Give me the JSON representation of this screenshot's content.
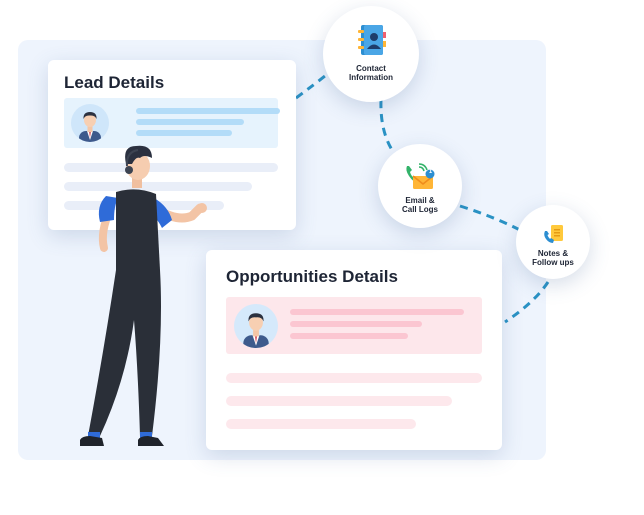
{
  "lead_card": {
    "title": "Lead Details"
  },
  "opportunities_card": {
    "title": "Opportunities Details"
  },
  "bubbles": {
    "contact": {
      "line1": "Contact",
      "line2": "Information",
      "icon": "contact-book-icon"
    },
    "email": {
      "line1": "Email &",
      "line2": "Call Logs",
      "icon": "email-call-icon",
      "badge": "1"
    },
    "notes": {
      "line1": "Notes &",
      "line2": "Follow ups",
      "icon": "notes-icon"
    }
  },
  "colors": {
    "panel": "#eef4fd",
    "lead_accent": "#b3dcf8",
    "opportunity_accent": "#fbc6d1",
    "connector": "#2a92c4"
  }
}
